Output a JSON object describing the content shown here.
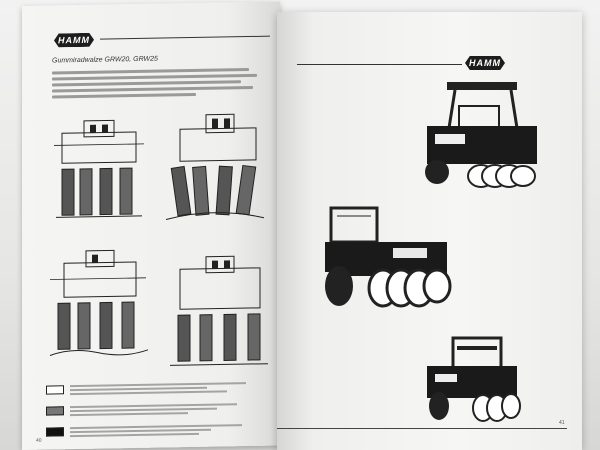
{
  "left_page": {
    "brand": "HAMM",
    "section_title": "Gummiradwalze GRW20, GRW25",
    "page_number": "40"
  },
  "right_page": {
    "brand": "HAMM",
    "page_number": "41"
  },
  "colors": {
    "paper": "#f3f3f1",
    "ink": "#1d1d1d",
    "background": "#e4e4e2"
  },
  "icons": [
    "hamm-logo",
    "compaction-diagram",
    "pneumatic-roller-illustration"
  ]
}
